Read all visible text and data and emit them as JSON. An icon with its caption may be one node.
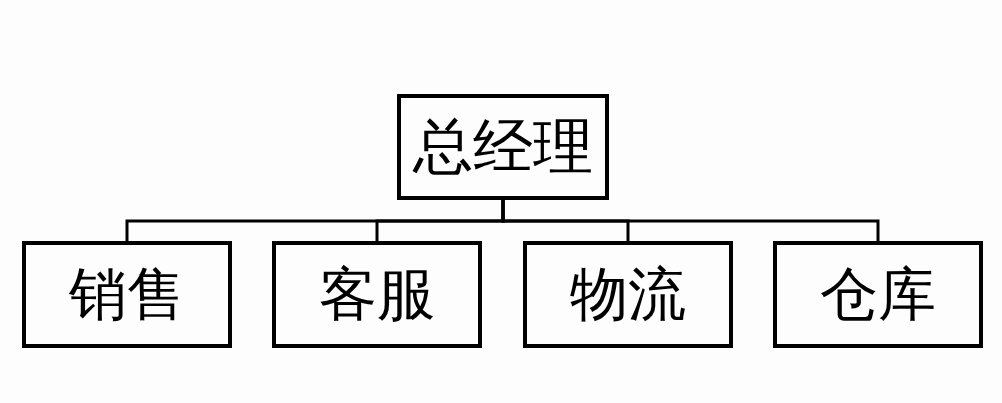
{
  "diagram": {
    "nodes": [
      {
        "text": [
          "总经理"
        ]
      },
      {
        "text": [
          "销售"
        ]
      },
      {
        "text": [
          "客服"
        ]
      },
      {
        "text": [
          "物流"
        ]
      },
      {
        "text": [
          "仓库"
        ]
      }
    ],
    "edges": [
      {
        "from": 0,
        "to": 1,
        "arrow": "none"
      },
      {
        "from": 0,
        "to": 2,
        "arrow": "none"
      },
      {
        "from": 0,
        "to": 3,
        "arrow": "none"
      },
      {
        "from": 0,
        "to": 4,
        "arrow": "none"
      }
    ]
  }
}
